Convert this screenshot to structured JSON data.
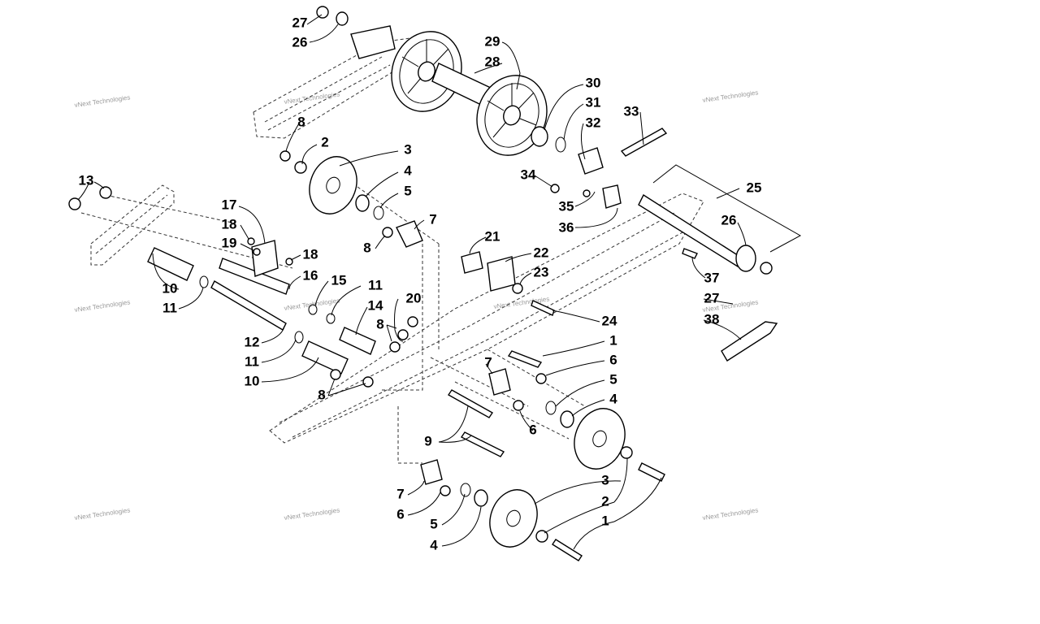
{
  "watermark": "vNext Technologies",
  "callouts": {
    "c27a": "27",
    "c26a": "26",
    "c29": "29",
    "c28": "28",
    "c30": "30",
    "c31": "31",
    "c32": "32",
    "c33": "33",
    "c8a": "8",
    "c2a": "2",
    "c3a": "3",
    "c4a": "4",
    "c5a": "5",
    "c34": "34",
    "c25": "25",
    "c13": "13",
    "c17": "17",
    "c7a": "7",
    "c35": "35",
    "c36": "36",
    "c26b": "26",
    "c18a": "18",
    "c19": "19",
    "c18b": "18",
    "c8b": "8",
    "c21": "21",
    "c22": "22",
    "c37": "37",
    "c16": "16",
    "c15": "15",
    "c11a": "11",
    "c23": "23",
    "c10a": "10",
    "c11b": "11",
    "c27b": "27",
    "c38": "38",
    "c14": "14",
    "c20": "20",
    "c24": "24",
    "c8c": "8",
    "c12": "12",
    "c1a": "1",
    "c11c": "11",
    "c6a": "6",
    "c10b": "10",
    "c7b": "7",
    "c5b": "5",
    "c8d": "8",
    "c4b": "4",
    "c6b": "6",
    "c9": "9",
    "c3b": "3",
    "c2b": "2",
    "c7c": "7",
    "c6c": "6",
    "c1b": "1",
    "c5c": "5",
    "c4c": "4"
  }
}
